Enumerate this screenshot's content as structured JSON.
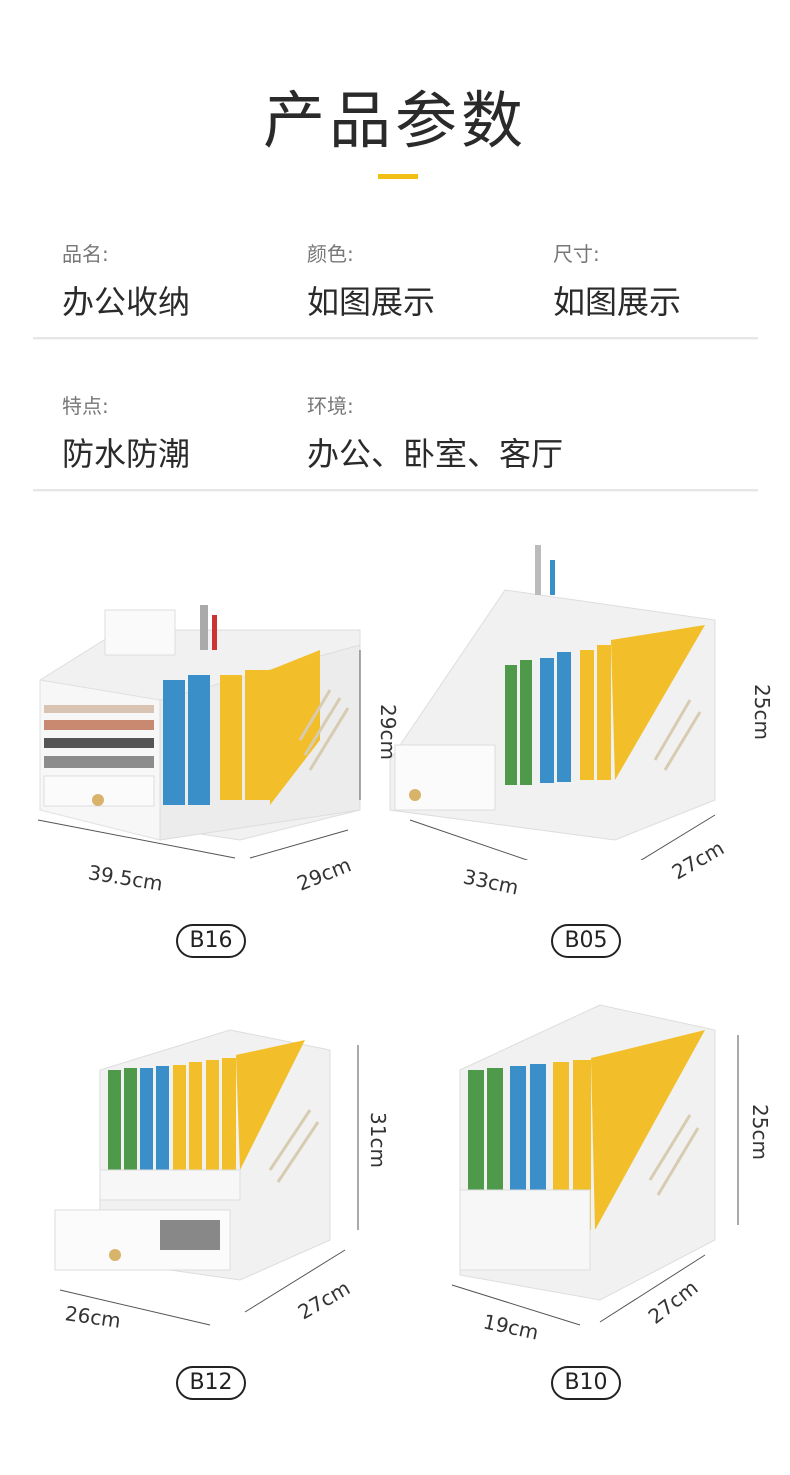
{
  "header": {
    "title": "产品参数",
    "accent_color": "#f2c014"
  },
  "specs": [
    {
      "label": "品名:",
      "value": "办公收纳"
    },
    {
      "label": "颜色:",
      "value": "如图展示"
    },
    {
      "label": "尺寸:",
      "value": "如图展示"
    },
    {
      "label": "特点:",
      "value": "防水防潮"
    },
    {
      "label": "环境:",
      "value": "办公、卧室、客厅"
    }
  ],
  "products": [
    {
      "model": "B16",
      "width": "39.5cm",
      "depth": "29cm",
      "height": "29cm"
    },
    {
      "model": "B05",
      "width": "33cm",
      "depth": "27cm",
      "height": "25cm"
    },
    {
      "model": "B12",
      "width": "26cm",
      "depth": "27cm",
      "height": "31cm"
    },
    {
      "model": "B10",
      "width": "19cm",
      "depth": "27cm",
      "height": "25cm"
    }
  ],
  "colors": {
    "green": "#4e9a4a",
    "blue": "#3a8fc9",
    "yellow": "#f2bf2a",
    "white_box": "#f1f1f1"
  }
}
